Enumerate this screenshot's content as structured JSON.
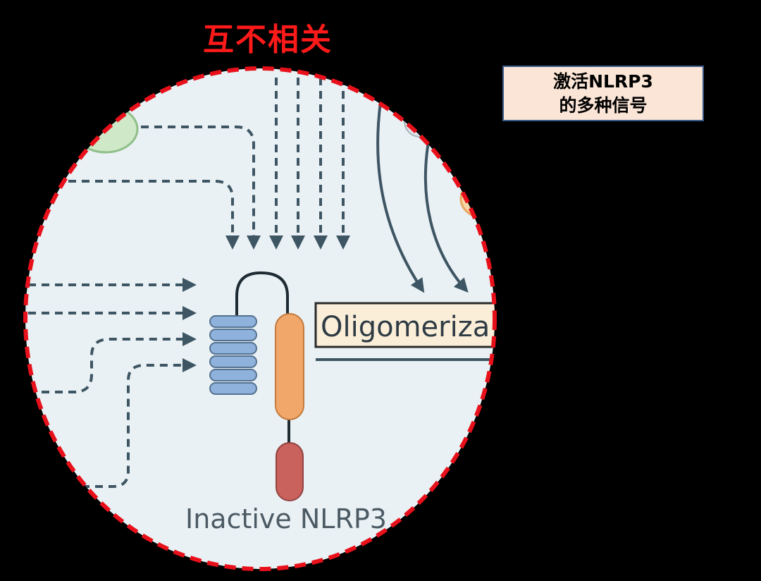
{
  "title": "互不相关",
  "legend": {
    "line1": "激活NLRP3",
    "line2": "的多种信号"
  },
  "labels": {
    "oligomerization": "Oligomeriza",
    "inactive_nlrp3": "Inactive NLRP3"
  },
  "colors": {
    "highlight_circle": "#e8101a",
    "circle_fill": "#e9f1f4",
    "arrow": "#3e5563",
    "domain_blue": "#8fb2dd",
    "domain_orange": "#f2a76a",
    "domain_red": "#c9615d",
    "label_box": "#fbeed8"
  }
}
